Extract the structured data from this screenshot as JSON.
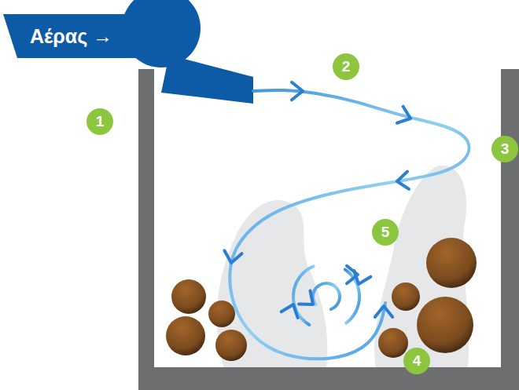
{
  "diagram": {
    "nodes": [
      {
        "text": [
          "Αέρας →"
        ]
      }
    ],
    "labels": [
      "1",
      "2",
      "3",
      "4",
      "5"
    ]
  }
}
